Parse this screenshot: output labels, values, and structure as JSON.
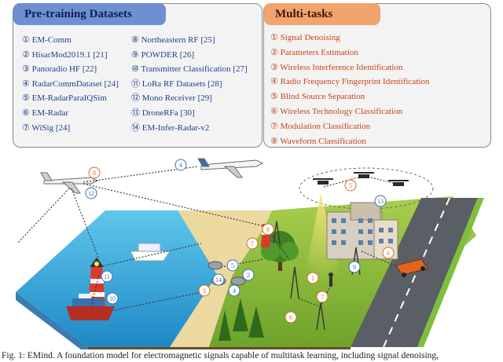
{
  "pretrain": {
    "title": "Pre-training Datasets",
    "col1": [
      "① EM-Comm",
      "② HisarMod2019.1 [21]",
      "③ Panoradio HF [22]",
      "④ RadarCommDataset [24]",
      "⑤ EM-RadarParaIQSim",
      "⑥ EM-Radar",
      "⑦ WiSig [24]"
    ],
    "col2": [
      "⑧ Northeastern RF [25]",
      "⑨ POWDER [26]",
      "⑩ Transmitter Classification [27]",
      "⑪ LoRa RF Datasets [28]",
      "⑫ Mono Receiver [29]",
      "⑬ DroneRFa [30]",
      "⑭ EM-Infer-Radar-v2"
    ]
  },
  "multitask": {
    "title": "Multi-tasks",
    "items": [
      "① Signal Denoising",
      "② Parameters Estimation",
      "③ Wireless Interference Identification",
      "④ Radio Frequency Fingerprint Identification",
      "⑤ Blind Source Separation",
      "⑥ Wireless Technology Classification",
      "⑦ Modulation Classification",
      "⑧ Waveform Classification"
    ]
  },
  "scene_badges": {
    "b1": "1",
    "b2": "2",
    "b3": "3",
    "b4": "4",
    "b5": "5",
    "b6": "6",
    "b7": "7",
    "b8": "8",
    "b9": "9",
    "b10": "10",
    "b11": "11",
    "b12": "12",
    "b13": "13",
    "b14": "14"
  },
  "caption": "Fig. 1: EMind. A foundation model for electromagnetic signals capable of multitask learning, including signal denoising,"
}
